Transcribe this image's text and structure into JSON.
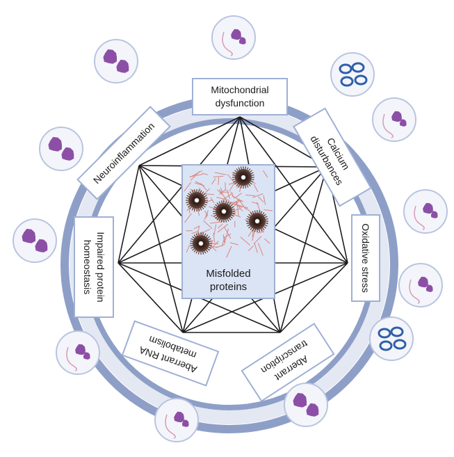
{
  "center": {
    "label_line1": "Misfolded",
    "label_line2": "proteins",
    "aggregate_icon": "protein-aggregate-icon"
  },
  "mechanisms": [
    {
      "id": "mitochondrial",
      "line1": "Mitochondrial",
      "line2": "dysfunction"
    },
    {
      "id": "calcium",
      "line1": "Calcium",
      "line2": "disturbances"
    },
    {
      "id": "oxidative",
      "line1": "Oxidative stress",
      "line2": ""
    },
    {
      "id": "transcription",
      "line1": "Aberrant",
      "line2": "transcription"
    },
    {
      "id": "rna",
      "line1": "Aberrant RNA",
      "line2": "metabolism"
    },
    {
      "id": "homeostasis",
      "line1": "Impaired protein",
      "line2": "homeostasis"
    },
    {
      "id": "neuroinflammation",
      "line1": "Neuroinflammation",
      "line2": ""
    }
  ],
  "outer_icons": [
    "neuron-icon",
    "protein-clump-icon",
    "dna-chromatin-icon",
    "neuron-icon",
    "protein-clump-icon",
    "neuron-icon",
    "protein-clump-icon",
    "neuron-icon",
    "dna-chromatin-icon",
    "neuron-icon",
    "protein-clump-icon",
    "neuron-icon"
  ],
  "colors": {
    "ring": "#8e9fc7",
    "ring_light": "#e3e8f3",
    "box_border": "#9fb0d4",
    "center_fill": "#dbe4f4",
    "edge": "#1b1b1b",
    "purple": "#8c4fa6",
    "blue": "#2f5fa8",
    "fibril": "#d9867f"
  }
}
